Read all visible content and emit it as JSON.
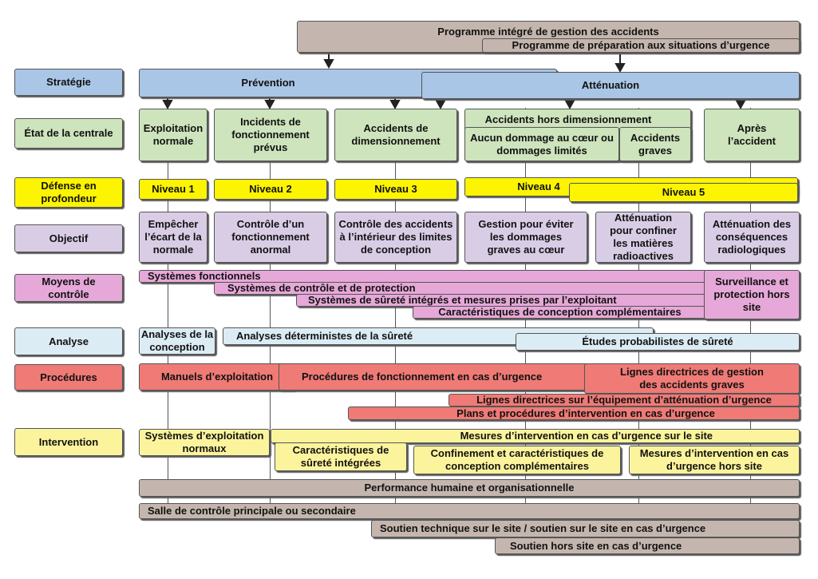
{
  "top": {
    "integrated": "Programme intégré de gestion des accidents",
    "preparation": "Programme de préparation aux situations d’urgence"
  },
  "rows": {
    "strategie": "Stratégie",
    "etat": "État de la centrale",
    "defense": "Défense en profondeur",
    "objectif": "Objectif",
    "moyens": "Moyens de contrôle",
    "analyse": "Analyse",
    "procedures": "Procédures",
    "intervention": "Intervention"
  },
  "strategy": {
    "prevention": "Prévention",
    "attenuation": "Atténuation"
  },
  "states": {
    "normal": "Exploitation normale",
    "incidents": "Incidents de fonctionnement prévus",
    "dba": "Accidents de dimensionnement",
    "bdba": "Accidents hors dimensionnement",
    "no_damage": "Aucun dommage au cœur ou dommages limités",
    "severe": "Accidents graves",
    "post": "Après l’accident"
  },
  "levels": {
    "l1": "Niveau 1",
    "l2": "Niveau 2",
    "l3": "Niveau 3",
    "l4": "Niveau 4",
    "l5": "Niveau 5"
  },
  "objectives": {
    "o1": "Empêcher l’écart de la normale",
    "o2": "Contrôle d’un fonctionnement anormal",
    "o3": "Contrôle des accidents à l’intérieur des limites de conception",
    "o4": "Gestion pour éviter les dommages graves au cœur",
    "o5": "Atténuation pour confiner les matières radioactives",
    "o6": "Atténuation des conséquences radiologiques"
  },
  "controls": {
    "c1": "Systèmes fonctionnels",
    "c2": "Systèmes de contrôle et de protection",
    "c3": "Systèmes de sûreté intégrés et mesures prises par l’exploitant",
    "c4": "Caractéristiques de conception complémentaires",
    "c5": "Surveillance et protection hors site"
  },
  "analysis": {
    "a1": "Analyses de la conception",
    "a2": "Analyses déterministes de la sûreté",
    "a3": "Études probabilistes de sûreté"
  },
  "procedures": {
    "p1": "Manuels d’exploitation",
    "p2": "Procédures de fonctionnement en cas d’urgence",
    "p3": "Lignes directrices de gestion des accidents graves",
    "p4": "Lignes directrices sur l’équipement d’atténuation d’urgence",
    "p5": "Plans et procédures d’intervention en cas d’urgence"
  },
  "intervention": {
    "i1": "Systèmes d’exploitation normaux",
    "i2": "Mesures d’intervention en cas d’urgence sur le site",
    "i3": "Caractéristiques de sûreté intégrées",
    "i4": "Confinement et caractéristiques de conception complémentaires",
    "i5": "Mesures d’intervention en cas d’urgence hors site"
  },
  "bottom": {
    "b1": "Performance humaine et organisationnelle",
    "b2": "Salle de contrôle principale ou secondaire",
    "b3": "Soutien technique sur le site / soutien sur le site en cas d’urgence",
    "b4": "Soutien hors site en cas d’urgence"
  },
  "colors": {
    "gray": "#c4b6ae",
    "blue": "#a9c6e6",
    "green": "#cde4bc",
    "yellow": "#fcf49c",
    "bright_yellow": "#fcf400",
    "lavender": "#d9cde6",
    "pink": "#e6a8d8",
    "light_blue": "#dcecf4",
    "red": "#ef7a76"
  }
}
